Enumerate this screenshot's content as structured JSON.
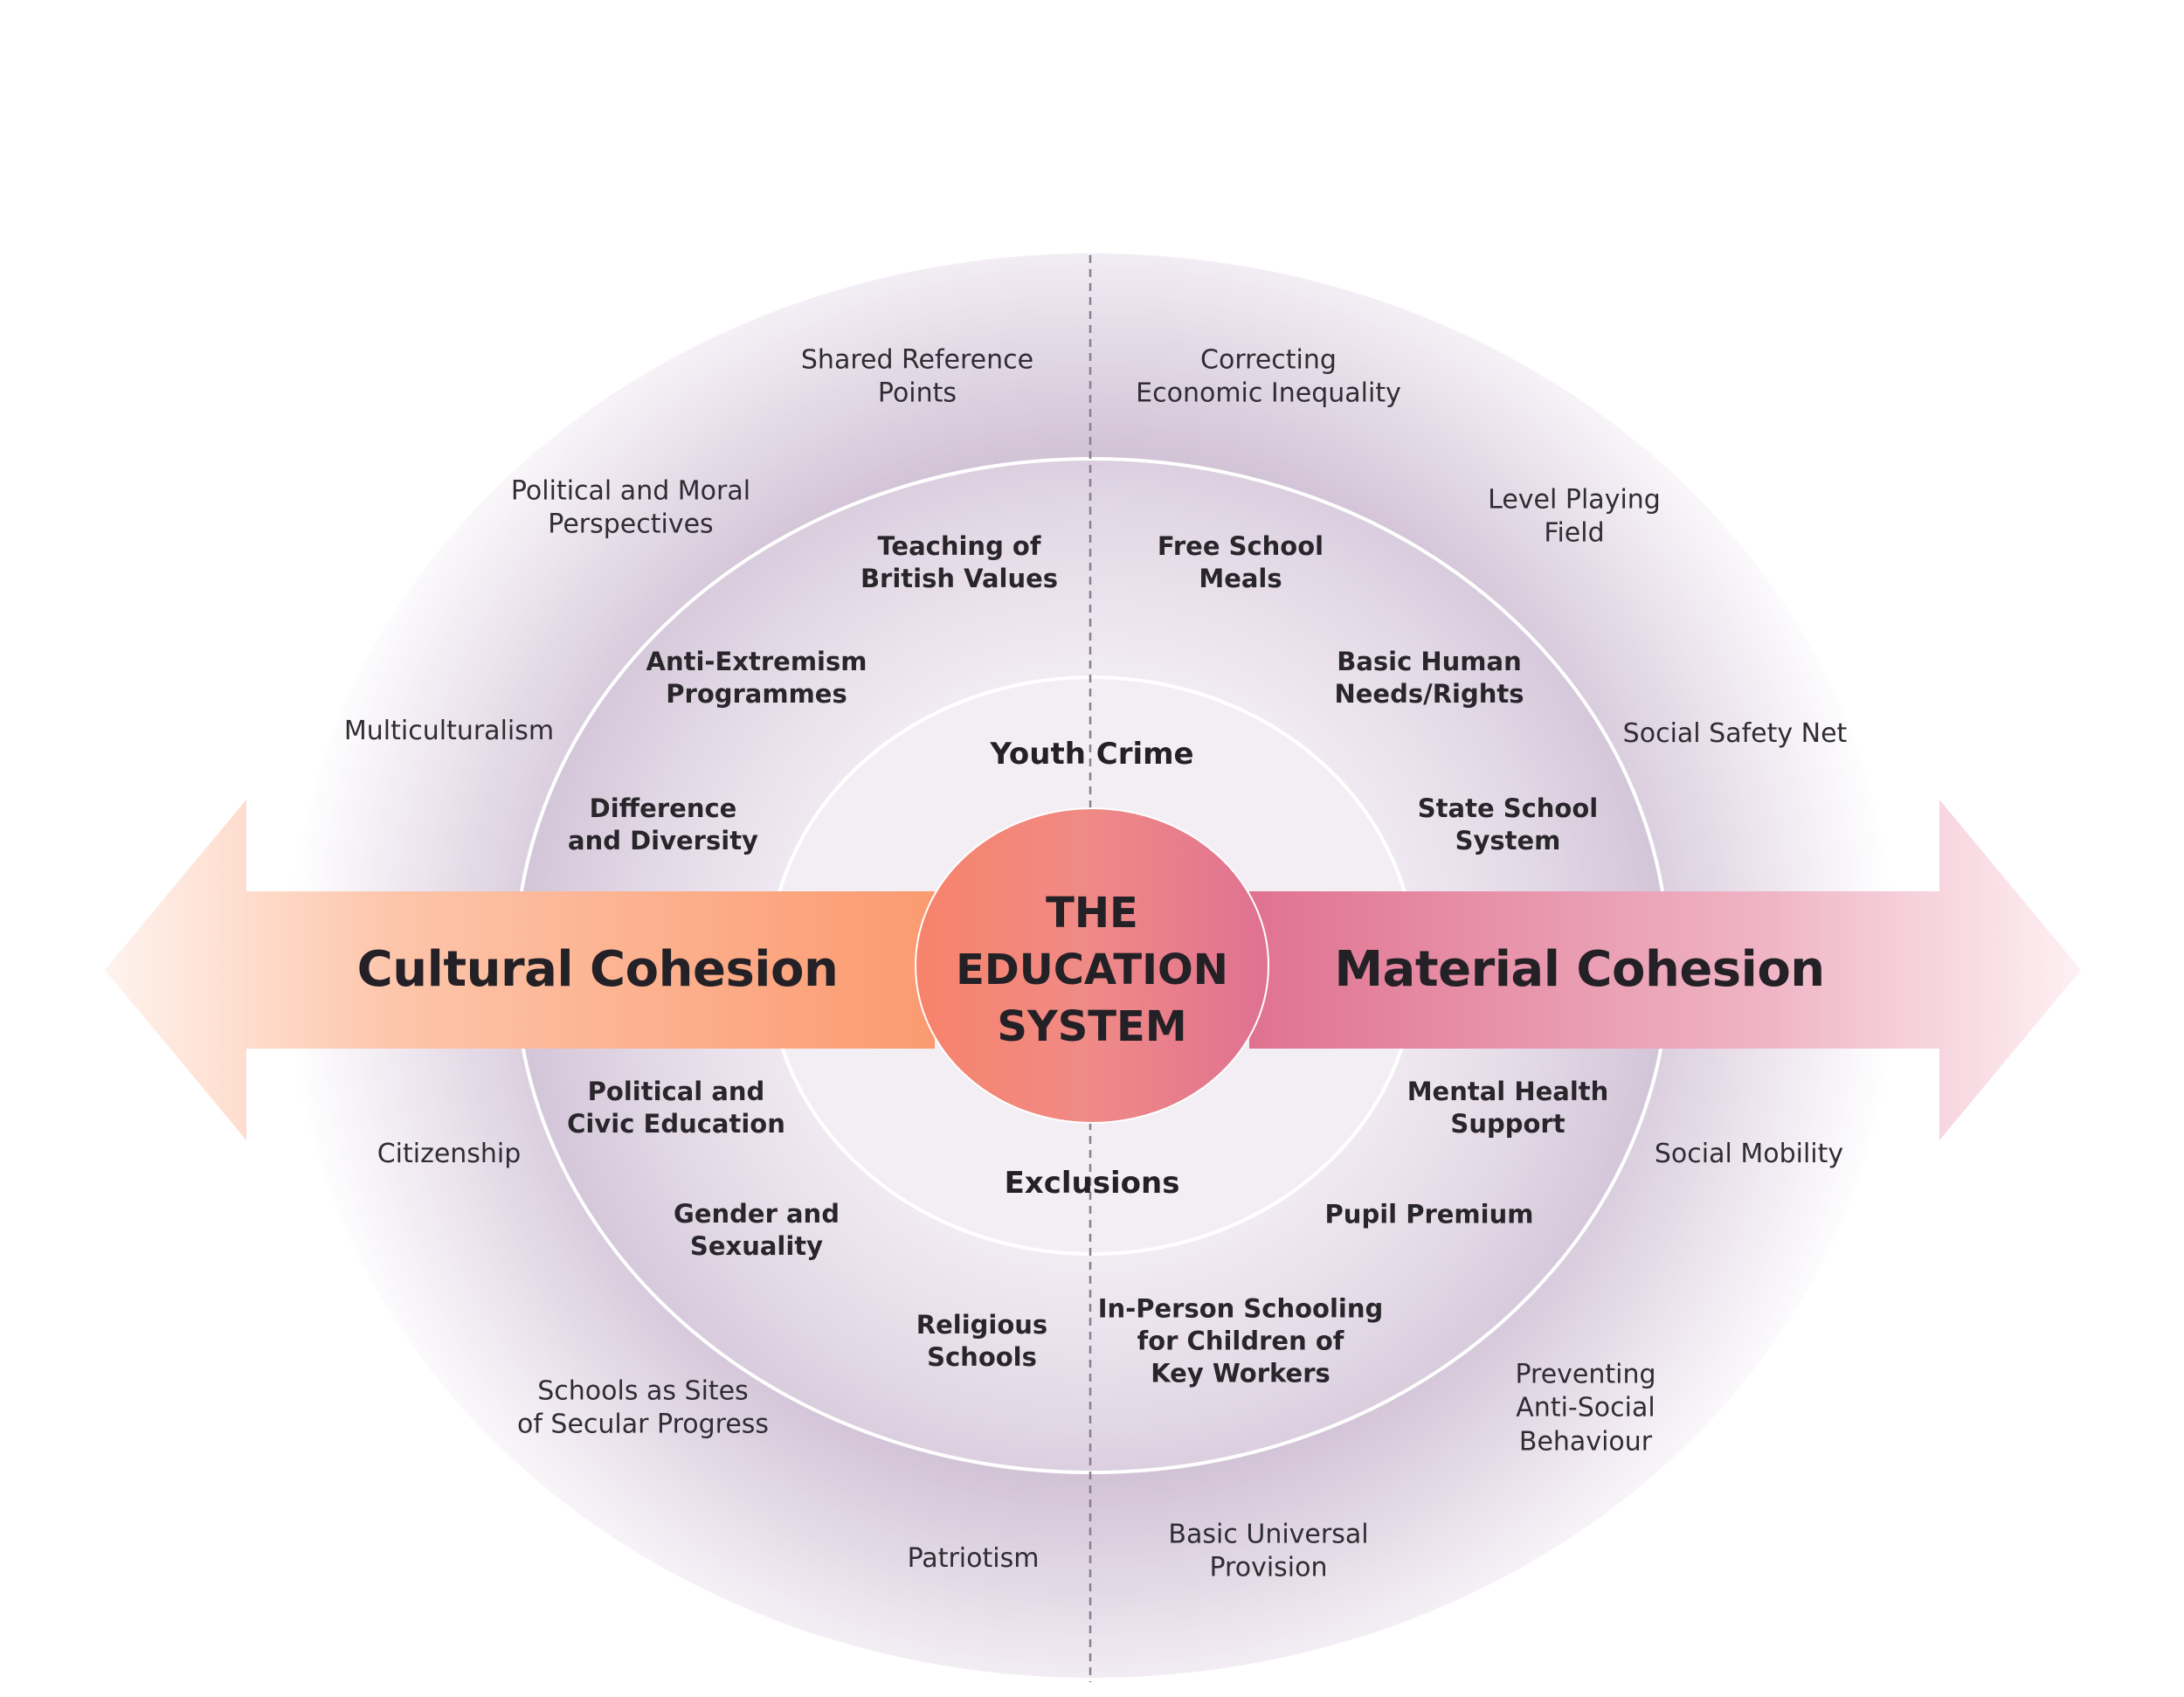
{
  "center": {
    "title": "THE\nEDUCATION\nSYSTEM"
  },
  "banner": {
    "left": "Cultural Cohesion",
    "right": "Material Cohesion"
  },
  "inner": {
    "top": "Youth Crime",
    "bottom": "Exclusions"
  },
  "middle_ring": {
    "teaching_british_values": "Teaching of\nBritish Values",
    "anti_extremism": "Anti-Extremism\nProgrammes",
    "difference_diversity": "Difference\nand Diversity",
    "political_civic": "Political and\nCivic Education",
    "gender_sexuality": "Gender and\nSexuality",
    "religious_schools": "Religious\nSchools",
    "free_school_meals": "Free School\nMeals",
    "basic_human_needs": "Basic Human\nNeeds/Rights",
    "state_school_system": "State School\nSystem",
    "mental_health": "Mental Health\nSupport",
    "pupil_premium": "Pupil Premium",
    "in_person_schooling": "In-Person Schooling\nfor Children of\nKey Workers"
  },
  "outer_ring": {
    "shared_reference": "Shared Reference\nPoints",
    "political_moral": "Political and Moral\nPerspectives",
    "multiculturalism": "Multiculturalism",
    "citizenship": "Citizenship",
    "secular_progress": "Schools as Sites\nof Secular Progress",
    "patriotism": "Patriotism",
    "correcting_inequality": "Correcting\nEconomic Inequality",
    "level_playing_field": "Level Playing\nField",
    "social_safety_net": "Social Safety Net",
    "social_mobility": "Social Mobility",
    "anti_social": "Preventing\nAnti-Social\nBehaviour",
    "basic_universal": "Basic Universal\nProvision"
  },
  "colors": {
    "cultural_arrow": "#fb9a70",
    "material_arrow": "#e0728f",
    "center_left": "#f7836a",
    "center_right": "#e07291",
    "ring_purple": "#cdbdd2",
    "inner_fill": "#f3eef4",
    "divider": "#8a7f8e"
  }
}
